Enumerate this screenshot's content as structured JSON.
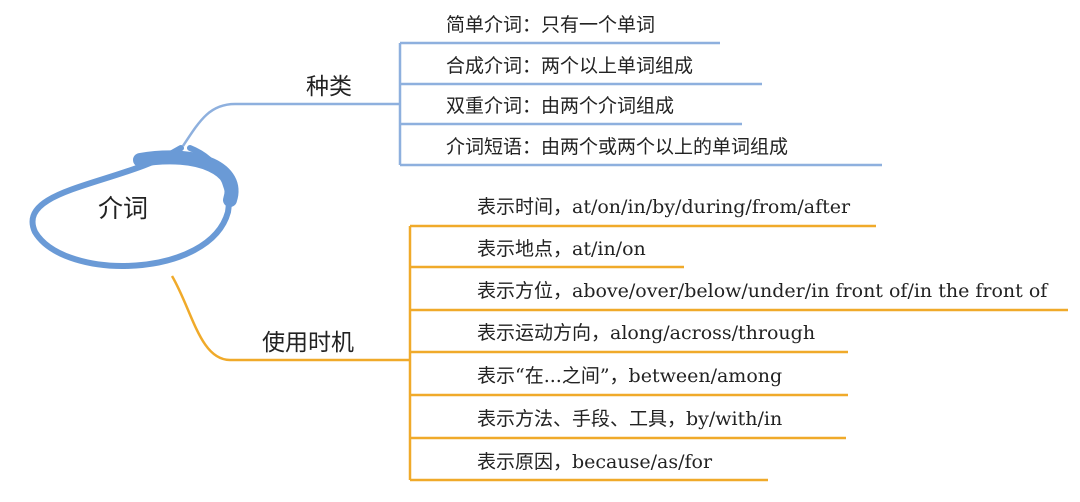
{
  "colors": {
    "root_ring": "#6a9ad6",
    "branch_kinds": "#8eb0de",
    "branch_usage": "#f0aa2a",
    "text": "#222222"
  },
  "root": {
    "label": "介词"
  },
  "branches": [
    {
      "label": "种类",
      "items": [
        "简单介词：只有一个单词",
        "合成介词：两个以上单词组成",
        "双重介词：由两个介词组成",
        "介词短语：由两个或两个以上的单词组成"
      ]
    },
    {
      "label": "使用时机",
      "items": [
        "表示时间，at/on/in/by/during/from/after",
        "表示地点，at/in/on",
        "表示方位，above/over/below/under/in front of/in the front of",
        "表示运动方向，along/across/through",
        "表示“在...之间”，between/among",
        "表示方法、手段、工具，by/with/in",
        "表示原因，because/as/for"
      ]
    }
  ]
}
